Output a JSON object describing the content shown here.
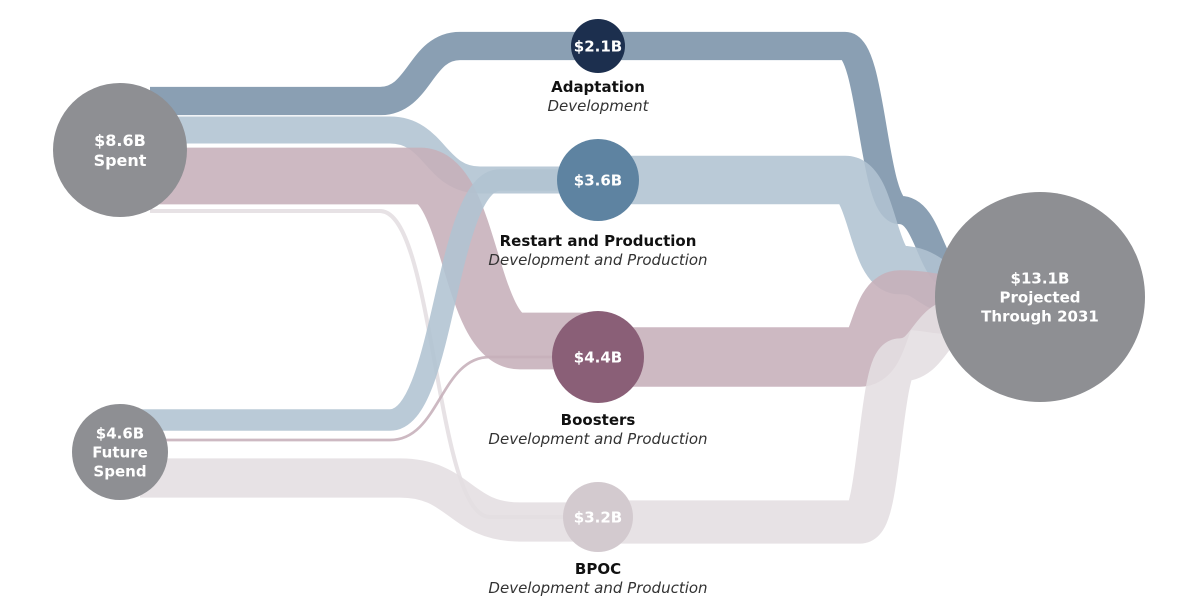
{
  "chart_data": {
    "type": "sankey",
    "title": "",
    "units": "USD billions",
    "nodes": [
      {
        "id": "spent",
        "value_label": "$8.6B",
        "lines": [
          "$8.6B",
          "Spent"
        ],
        "value": 8.6,
        "color": "#8e8f93"
      },
      {
        "id": "future",
        "value_label": "$4.6B",
        "lines": [
          "$4.6B",
          "Future",
          "Spend"
        ],
        "value": 4.6,
        "color": "#8e8f93"
      },
      {
        "id": "adaptation",
        "value_label": "$2.1B",
        "lines": [
          "$2.1B"
        ],
        "value": 2.1,
        "color": "#1c2f4e",
        "title": "Adaptation",
        "subtitle": "Development"
      },
      {
        "id": "restart",
        "value_label": "$3.6B",
        "lines": [
          "$3.6B"
        ],
        "value": 3.6,
        "color": "#5e83a1",
        "title": "Restart and Production",
        "subtitle": "Development and Production"
      },
      {
        "id": "boosters",
        "value_label": "$4.4B",
        "lines": [
          "$4.4B"
        ],
        "value": 4.4,
        "color": "#8a5f77",
        "title": "Boosters",
        "subtitle": "Development and Production"
      },
      {
        "id": "bpoc",
        "value_label": "$3.2B",
        "lines": [
          "$3.2B"
        ],
        "value": 3.2,
        "color": "#d3cacf",
        "title": "BPOC",
        "subtitle": "Development and Production"
      },
      {
        "id": "projected",
        "value_label": "$13.1B",
        "lines": [
          "$13.1B",
          "Projected",
          "Through 2031"
        ],
        "value": 13.1,
        "color": "#8e8f93"
      }
    ],
    "flows": [
      {
        "from": "spent",
        "to": "adaptation",
        "value": 2.1,
        "color": "#7a92a8"
      },
      {
        "from": "spent",
        "to": "restart",
        "value": 2.0,
        "color": "#b1c3d1"
      },
      {
        "from": "spent",
        "to": "boosters",
        "value": 4.2,
        "color": "#c6afb9"
      },
      {
        "from": "spent",
        "to": "bpoc",
        "value": 0.3,
        "color": "#e4dee1"
      },
      {
        "from": "future",
        "to": "restart",
        "value": 1.6,
        "color": "#b1c3d1"
      },
      {
        "from": "future",
        "to": "boosters",
        "value": 0.2,
        "color": "#c6afb9"
      },
      {
        "from": "future",
        "to": "bpoc",
        "value": 2.9,
        "color": "#e4dee1"
      },
      {
        "from": "adaptation",
        "to": "projected",
        "value": 2.1,
        "color": "#7a92a8"
      },
      {
        "from": "restart",
        "to": "projected",
        "value": 3.6,
        "color": "#b1c3d1"
      },
      {
        "from": "boosters",
        "to": "projected",
        "value": 4.4,
        "color": "#c6afb9"
      },
      {
        "from": "bpoc",
        "to": "projected",
        "value": 3.2,
        "color": "#e4dee1"
      }
    ]
  }
}
